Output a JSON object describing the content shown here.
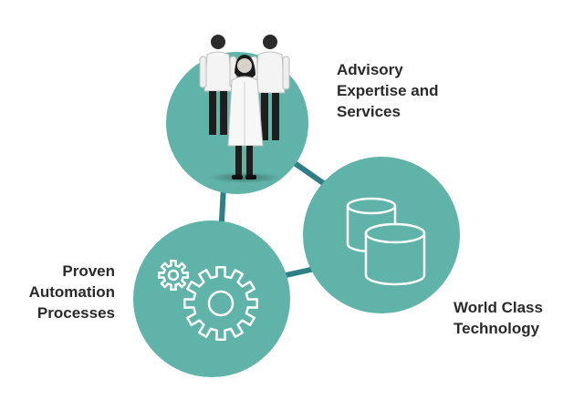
{
  "colors": {
    "circle_fill": "#5fb3a8",
    "connector": "#2f7f86",
    "icon_stroke": "#ffffff",
    "label_text": "#2a2a2a"
  },
  "nodes": {
    "advisory": {
      "lines": [
        "Advisory",
        "Expertise and",
        "Services"
      ],
      "icon": "people-in-lab-coats-icon"
    },
    "technology": {
      "lines": [
        "World Class",
        "Technology"
      ],
      "icon": "database-cylinders-icon"
    },
    "automation": {
      "lines": [
        "Proven",
        "Automation",
        "Processes"
      ],
      "icon": "gears-icon"
    }
  }
}
